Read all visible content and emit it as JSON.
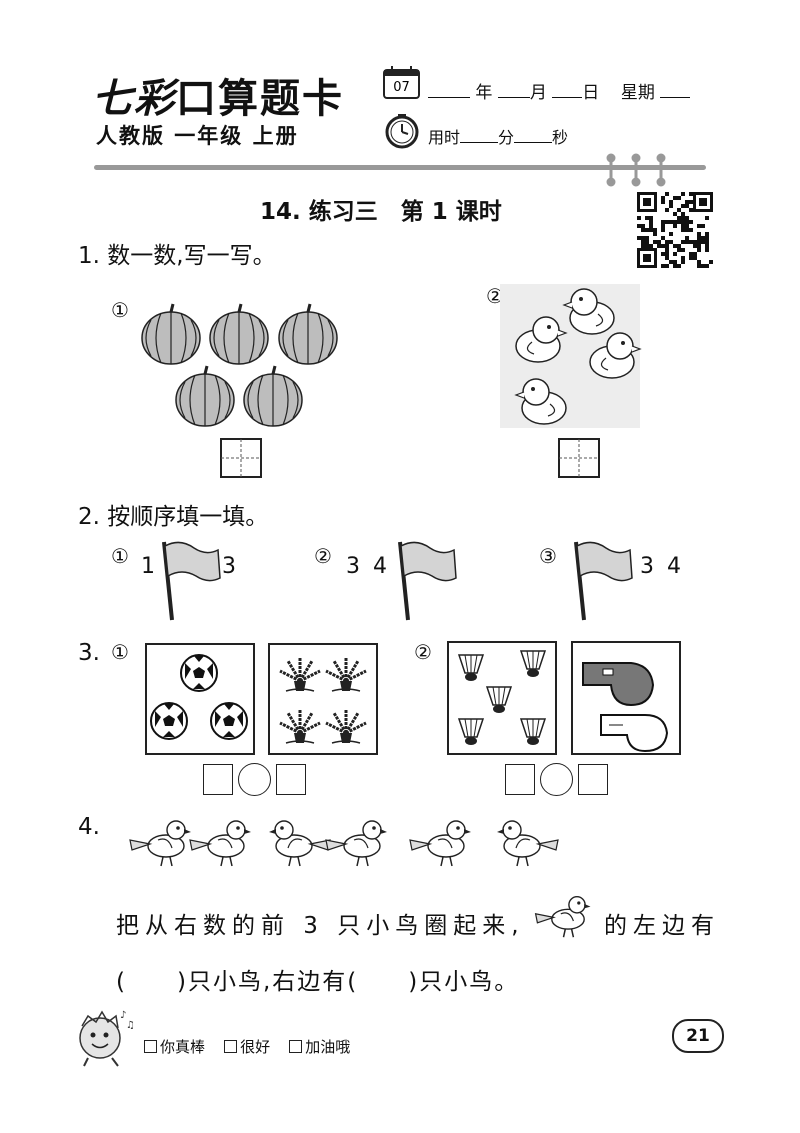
{
  "header": {
    "brand_a": "七彩",
    "brand_b": "口算题卡",
    "edition": "人教版 一年级 上册",
    "calendar_day": "07",
    "date_year": "年",
    "date_month": "月",
    "date_day": "日",
    "date_week": "星期",
    "time_label": "用时",
    "time_min": "分",
    "time_sec": "秒"
  },
  "lesson_title": "14. 练习三　第 1 课时",
  "q1": {
    "num": "1.",
    "title": "数一数,写一写。",
    "sub1": "①",
    "sub2": "②",
    "pumpkin_count": 5,
    "chick_count": 4
  },
  "q2": {
    "num": "2.",
    "title": "按顺序填一填。",
    "items": [
      {
        "mark": "①",
        "left": "1",
        "right": "3"
      },
      {
        "mark": "②",
        "left": "3 4",
        "right": ""
      },
      {
        "mark": "③",
        "left": "",
        "right": "3 4"
      }
    ]
  },
  "q3": {
    "num": "3.",
    "sub1": "①",
    "sub2": "②",
    "balls": 3,
    "plants": 4,
    "shuttlecocks": 5,
    "whistles": 2
  },
  "q4": {
    "num": "4.",
    "birds": 6,
    "line1a": "把从右数的前 3 只小鸟圈起来,",
    "line1b": "的左边有",
    "line2": "(　　)只小鸟,右边有(　　)只小鸟。"
  },
  "footer": {
    "eval1": "你真棒",
    "eval2": "很好",
    "eval3": "加油哦",
    "page": "21"
  }
}
